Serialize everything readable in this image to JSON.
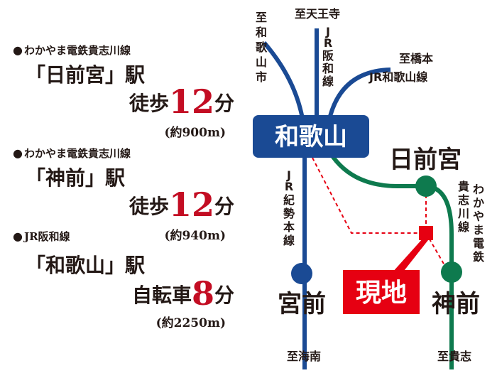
{
  "info": [
    {
      "line": "わかやま電鉄貴志川線",
      "station": "「日前宮」駅",
      "mode": "徒歩",
      "num": "12",
      "unit": "分",
      "dist": "(約900m)"
    },
    {
      "line": "わかやま電鉄貴志川線",
      "station": "「神前」駅",
      "mode": "徒歩",
      "num": "12",
      "unit": "分",
      "dist": "(約940m)"
    },
    {
      "line": "JR阪和線",
      "station": "「和歌山」駅",
      "mode": "自転車",
      "num": "8",
      "unit": "分",
      "dist": "(約2250m)"
    }
  ],
  "map": {
    "dest_tennoji": "至天王寺",
    "dest_wakayamashi": [
      "至",
      "和",
      "歌",
      "山",
      "市"
    ],
    "line_hanwa": [
      "J",
      "R",
      "阪",
      "和",
      "線"
    ],
    "dest_hashimoto": "至橋本",
    "line_wakayama": "JR和歌山線",
    "hub_station": "和歌山",
    "line_kisei": [
      "J",
      "R",
      "紀",
      "勢",
      "本",
      "線"
    ],
    "station_nichizengu": "日前宮",
    "line_kishigawa_1": [
      "貴",
      "志",
      "川",
      "線"
    ],
    "line_kishigawa_2": [
      "わ",
      "か",
      "や",
      "ま",
      "電",
      "鉄"
    ],
    "station_miyamae": "宮前",
    "station_kanzaki": "神前",
    "current_location": "現地",
    "dest_kainan": "至海南",
    "dest_kishi": "至貴志"
  },
  "colors": {
    "jr_blue": "#1a4a94",
    "kishigawa_green": "#0e7a4e",
    "marker_red": "#e60012",
    "accent_red": "#c30d23"
  }
}
